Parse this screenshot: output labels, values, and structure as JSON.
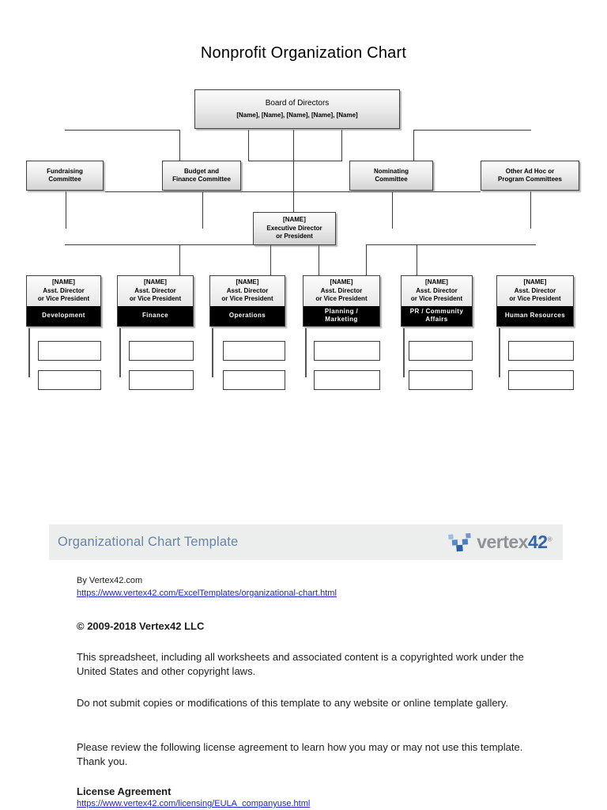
{
  "page": {
    "title": "Nonprofit Organization Chart"
  },
  "chart": {
    "board": {
      "title": "Board of Directors",
      "members": "[Name], [Name], [Name], [Name], [Name]"
    },
    "committees": [
      {
        "line1": "Fundraising",
        "line2": "Committee"
      },
      {
        "line1": "Budget and",
        "line2": "Finance Committee"
      },
      {
        "line1": "Nominating",
        "line2": "Committee"
      },
      {
        "line1": "Other Ad Hoc or",
        "line2": "Program Committees"
      }
    ],
    "executive": {
      "line1": "[NAME]",
      "line2": "Executive Director",
      "line3": "or President"
    },
    "dept_common": {
      "placeholder": "[NAME]",
      "role1": "Asst. Director",
      "role2": "or Vice President"
    },
    "departments": [
      {
        "name1": "Development"
      },
      {
        "name1": "Finance"
      },
      {
        "name1": "Operations"
      },
      {
        "name1": "Planning /",
        "name2": "Marketing"
      },
      {
        "name1": "PR / Community",
        "name2": "Affairs"
      },
      {
        "name1": "Human Resources"
      }
    ]
  },
  "footer": {
    "band_title": "Organizational Chart Template",
    "logo": {
      "brand_gray": "vertex",
      "brand_blue": "42",
      "reg": "®"
    },
    "byline": "By Vertex42.com",
    "template_link": "https://www.vertex42.com/ExcelTemplates/organizational-chart.html",
    "copyright": "© 2009-2018 Vertex42 LLC",
    "para1": "This spreadsheet, including all worksheets and associated content is a copyrighted work under the United States and other copyright laws.",
    "para2": "Do not submit copies or modifications of this template to any website or online template gallery.",
    "para3": "Please review the following license agreement to learn how you may or may not use this template. Thank you.",
    "license_heading": "License Agreement",
    "license_link": "https://www.vertex42.com/licensing/EULA_companyuse.html"
  },
  "colors": {
    "accent_blue": "#6884a9",
    "link_blue": "#2323cb",
    "logo_blue": "#3465a8",
    "logo_gray": "#8f9296",
    "band_bg": "#eceded",
    "box_border": "#404040",
    "band_black": "#000000"
  }
}
